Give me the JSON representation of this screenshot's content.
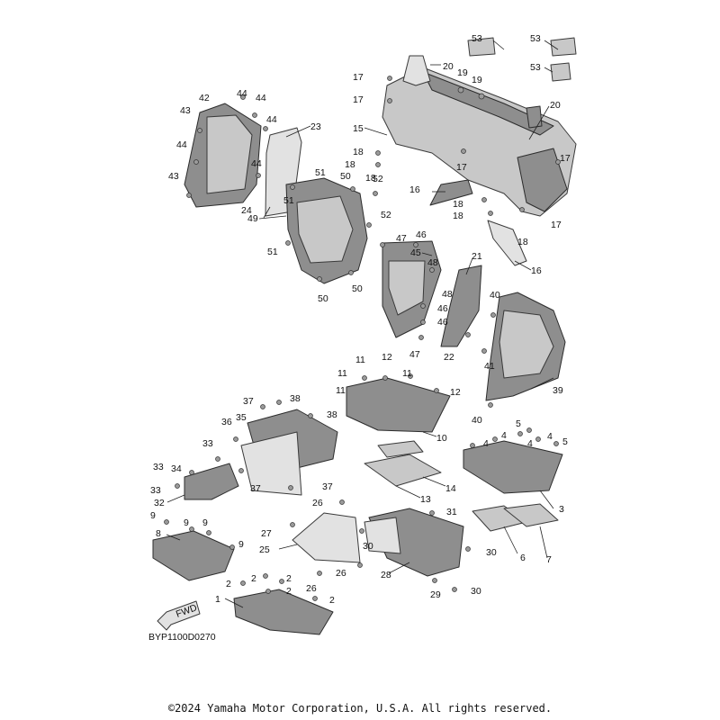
{
  "diagram": {
    "code": "BYP1100D0270",
    "copyright": "©2024 Yamaha Motor Corporation, U.S.A. All rights reserved.",
    "fwd_label": "FWD",
    "callouts": [
      {
        "id": "c1",
        "text": "53"
      },
      {
        "id": "c2",
        "text": "53"
      },
      {
        "id": "c3",
        "text": "53"
      },
      {
        "id": "c4",
        "text": "20"
      },
      {
        "id": "c5",
        "text": "19"
      },
      {
        "id": "c6",
        "text": "19"
      },
      {
        "id": "c7",
        "text": "17"
      },
      {
        "id": "c8",
        "text": "17"
      },
      {
        "id": "c9",
        "text": "15"
      },
      {
        "id": "c10",
        "text": "20"
      },
      {
        "id": "c11",
        "text": "18"
      },
      {
        "id": "c12",
        "text": "18"
      },
      {
        "id": "c13",
        "text": "18"
      },
      {
        "id": "c14",
        "text": "17"
      },
      {
        "id": "c15",
        "text": "17"
      },
      {
        "id": "c16",
        "text": "16"
      },
      {
        "id": "c17",
        "text": "18"
      },
      {
        "id": "c18",
        "text": "18"
      },
      {
        "id": "c19",
        "text": "17"
      },
      {
        "id": "c20",
        "text": "18"
      },
      {
        "id": "c21",
        "text": "16"
      },
      {
        "id": "c22",
        "text": "42"
      },
      {
        "id": "c23",
        "text": "44"
      },
      {
        "id": "c24",
        "text": "44"
      },
      {
        "id": "c25",
        "text": "43"
      },
      {
        "id": "c26",
        "text": "44"
      },
      {
        "id": "c27",
        "text": "23"
      },
      {
        "id": "c28",
        "text": "44"
      },
      {
        "id": "c29",
        "text": "44"
      },
      {
        "id": "c30",
        "text": "43"
      },
      {
        "id": "c31",
        "text": "24"
      },
      {
        "id": "c32",
        "text": "51"
      },
      {
        "id": "c33",
        "text": "50"
      },
      {
        "id": "c34",
        "text": "52"
      },
      {
        "id": "c35",
        "text": "51"
      },
      {
        "id": "c36",
        "text": "52"
      },
      {
        "id": "c37",
        "text": "49"
      },
      {
        "id": "c38",
        "text": "51"
      },
      {
        "id": "c39",
        "text": "50"
      },
      {
        "id": "c40",
        "text": "50"
      },
      {
        "id": "c41",
        "text": "47"
      },
      {
        "id": "c42",
        "text": "46"
      },
      {
        "id": "c43",
        "text": "45"
      },
      {
        "id": "c44",
        "text": "48"
      },
      {
        "id": "c45",
        "text": "21"
      },
      {
        "id": "c46",
        "text": "48"
      },
      {
        "id": "c47",
        "text": "46"
      },
      {
        "id": "c48",
        "text": "46"
      },
      {
        "id": "c49",
        "text": "47"
      },
      {
        "id": "c50",
        "text": "22"
      },
      {
        "id": "c51",
        "text": "40"
      },
      {
        "id": "c52",
        "text": "41"
      },
      {
        "id": "c53",
        "text": "39"
      },
      {
        "id": "c54",
        "text": "40"
      },
      {
        "id": "c55",
        "text": "11"
      },
      {
        "id": "c56",
        "text": "12"
      },
      {
        "id": "c57",
        "text": "11"
      },
      {
        "id": "c58",
        "text": "11"
      },
      {
        "id": "c59",
        "text": "11"
      },
      {
        "id": "c60",
        "text": "12"
      },
      {
        "id": "c61",
        "text": "10"
      },
      {
        "id": "c62",
        "text": "14"
      },
      {
        "id": "c63",
        "text": "13"
      },
      {
        "id": "c64",
        "text": "37"
      },
      {
        "id": "c65",
        "text": "38"
      },
      {
        "id": "c66",
        "text": "35"
      },
      {
        "id": "c67",
        "text": "38"
      },
      {
        "id": "c68",
        "text": "36"
      },
      {
        "id": "c69",
        "text": "33"
      },
      {
        "id": "c70",
        "text": "34"
      },
      {
        "id": "c71",
        "text": "33"
      },
      {
        "id": "c72",
        "text": "33"
      },
      {
        "id": "c73",
        "text": "32"
      },
      {
        "id": "c74",
        "text": "37"
      },
      {
        "id": "c75",
        "text": "37"
      },
      {
        "id": "c76",
        "text": "5"
      },
      {
        "id": "c77",
        "text": "4"
      },
      {
        "id": "c78",
        "text": "4"
      },
      {
        "id": "c79",
        "text": "4"
      },
      {
        "id": "c80",
        "text": "4"
      },
      {
        "id": "c81",
        "text": "5"
      },
      {
        "id": "c82",
        "text": "3"
      },
      {
        "id": "c83",
        "text": "6"
      },
      {
        "id": "c84",
        "text": "7"
      },
      {
        "id": "c85",
        "text": "26"
      },
      {
        "id": "c86",
        "text": "31"
      },
      {
        "id": "c87",
        "text": "27"
      },
      {
        "id": "c88",
        "text": "25"
      },
      {
        "id": "c89",
        "text": "30"
      },
      {
        "id": "c90",
        "text": "30"
      },
      {
        "id": "c91",
        "text": "26"
      },
      {
        "id": "c92",
        "text": "26"
      },
      {
        "id": "c93",
        "text": "28"
      },
      {
        "id": "c94",
        "text": "29"
      },
      {
        "id": "c95",
        "text": "30"
      },
      {
        "id": "c96",
        "text": "9"
      },
      {
        "id": "c97",
        "text": "9"
      },
      {
        "id": "c98",
        "text": "9"
      },
      {
        "id": "c99",
        "text": "8"
      },
      {
        "id": "c100",
        "text": "9"
      },
      {
        "id": "c101",
        "text": "2"
      },
      {
        "id": "c102",
        "text": "2"
      },
      {
        "id": "c103",
        "text": "2"
      },
      {
        "id": "c104",
        "text": "2"
      },
      {
        "id": "c105",
        "text": "1"
      },
      {
        "id": "c106",
        "text": "2"
      }
    ]
  }
}
